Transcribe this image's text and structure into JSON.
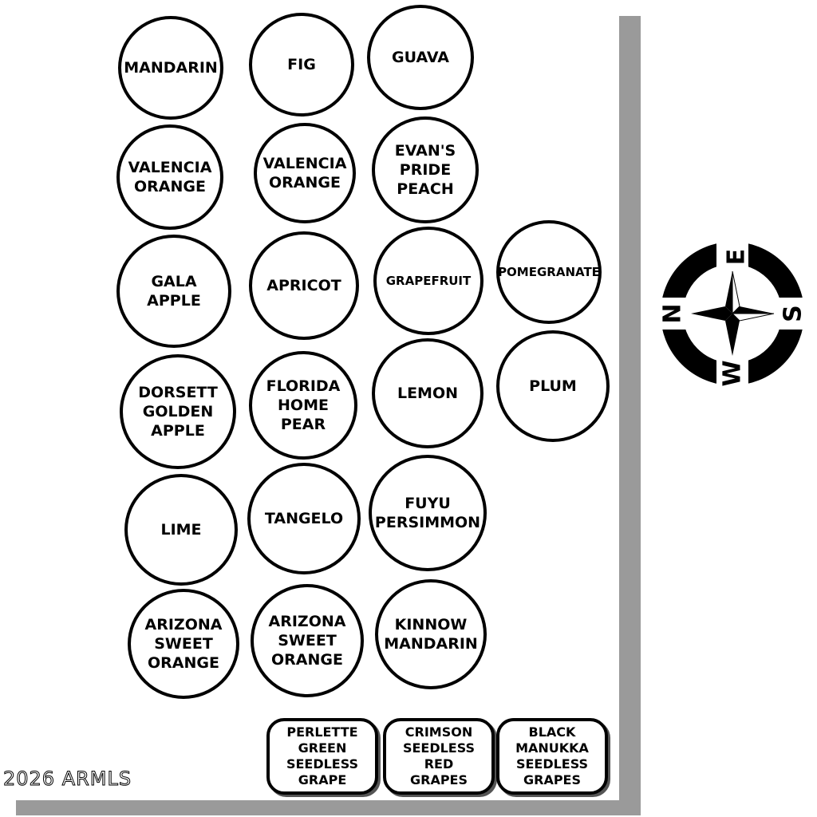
{
  "trees": [
    {
      "id": "mandarin",
      "lines": [
        "MANDARIN"
      ]
    },
    {
      "id": "fig",
      "lines": [
        "FIG"
      ]
    },
    {
      "id": "guava",
      "lines": [
        "GUAVA"
      ]
    },
    {
      "id": "valencia-orange-1",
      "lines": [
        "VALENCIA",
        "ORANGE"
      ]
    },
    {
      "id": "valencia-orange-2",
      "lines": [
        "VALENCIA",
        "ORANGE"
      ]
    },
    {
      "id": "evans-pride-peach",
      "lines": [
        "EVAN'S",
        "PRIDE",
        "PEACH"
      ]
    },
    {
      "id": "gala-apple",
      "lines": [
        "GALA",
        "APPLE"
      ]
    },
    {
      "id": "apricot",
      "lines": [
        "APRICOT"
      ]
    },
    {
      "id": "grapefruit",
      "lines": [
        "GRAPEFRUIT"
      ]
    },
    {
      "id": "pomegranate",
      "lines": [
        "POMEGRANATE"
      ]
    },
    {
      "id": "dorsett-golden-apple",
      "lines": [
        "DORSETT",
        "GOLDEN",
        "APPLE"
      ]
    },
    {
      "id": "florida-home-pear",
      "lines": [
        "FLORIDA",
        "HOME",
        "PEAR"
      ]
    },
    {
      "id": "lemon",
      "lines": [
        "LEMON"
      ]
    },
    {
      "id": "plum",
      "lines": [
        "PLUM"
      ]
    },
    {
      "id": "lime",
      "lines": [
        "LIME"
      ]
    },
    {
      "id": "tangelo",
      "lines": [
        "TANGELO"
      ]
    },
    {
      "id": "fuyu-persimmon",
      "lines": [
        "FUYU",
        "PERSIMMON"
      ]
    },
    {
      "id": "arizona-sweet-orange-1",
      "lines": [
        "ARIZONA",
        "SWEET",
        "ORANGE"
      ]
    },
    {
      "id": "arizona-sweet-orange-2",
      "lines": [
        "ARIZONA",
        "SWEET",
        "ORANGE"
      ]
    },
    {
      "id": "kinnow-mandarin",
      "lines": [
        "KINNOW",
        "MANDARIN"
      ]
    }
  ],
  "grapes": [
    {
      "id": "perlette-green-seedless-grape",
      "lines": [
        "PERLETTE",
        "GREEN",
        "SEEDLESS",
        "GRAPE"
      ]
    },
    {
      "id": "crimson-seedless-red-grapes",
      "lines": [
        "CRIMSON",
        "SEEDLESS",
        "RED",
        "GRAPES"
      ]
    },
    {
      "id": "black-manukka-seedless-grapes",
      "lines": [
        "BLACK",
        "MANUKKA",
        "SEEDLESS",
        "GRAPES"
      ]
    }
  ],
  "compass": {
    "icon": "compass-rose-icon",
    "north": "N",
    "east": "E",
    "south": "S",
    "west": "W"
  },
  "watermark": "2026 ARMLS",
  "colors": {
    "ink": "#000000",
    "wall": "#9a9a9a",
    "background": "#ffffff"
  }
}
